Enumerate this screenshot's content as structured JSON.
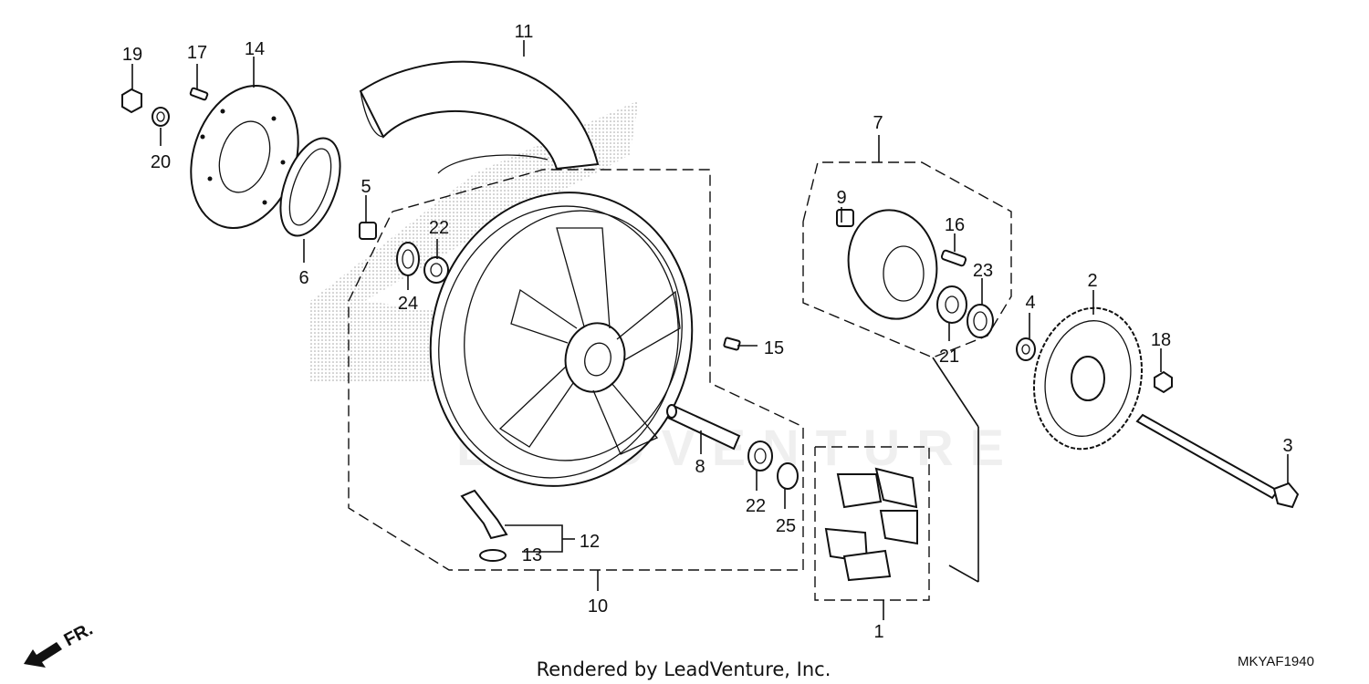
{
  "callouts": {
    "c1": "1",
    "c2": "2",
    "c3": "3",
    "c4": "4",
    "c5": "5",
    "c6": "6",
    "c7": "7",
    "c8": "8",
    "c9": "9",
    "c10": "10",
    "c11": "11",
    "c12": "12",
    "c13": "13",
    "c14": "14",
    "c15": "15",
    "c16": "16",
    "c17": "17",
    "c18": "18",
    "c19": "19",
    "c20": "20",
    "c21": "21",
    "c22a": "22",
    "c22b": "22",
    "c23": "23",
    "c24": "24",
    "c25": "25"
  },
  "watermark": "LEADVENTURE",
  "direction_label": "FR.",
  "footer": {
    "rendered_by": "Rendered by LeadVenture, Inc.",
    "diagram_code": "MKYAF1940"
  }
}
